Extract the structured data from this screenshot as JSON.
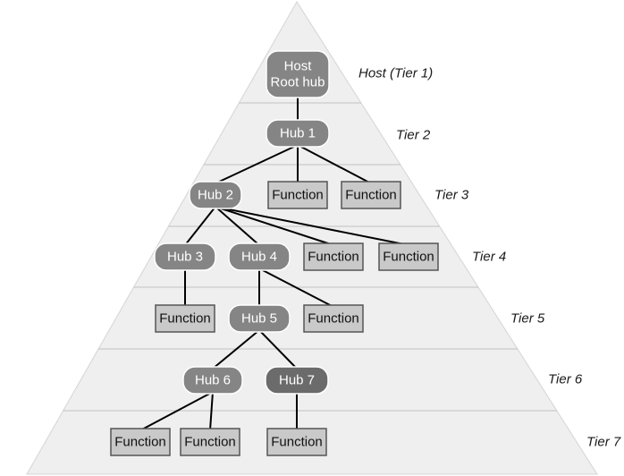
{
  "tiers": [
    {
      "id": "tier-1",
      "label": "Host (Tier 1)"
    },
    {
      "id": "tier-2",
      "label": "Tier 2"
    },
    {
      "id": "tier-3",
      "label": "Tier 3"
    },
    {
      "id": "tier-4",
      "label": "Tier 4"
    },
    {
      "id": "tier-5",
      "label": "Tier 5"
    },
    {
      "id": "tier-6",
      "label": "Tier 6"
    },
    {
      "id": "tier-7",
      "label": "Tier 7"
    }
  ],
  "nodes": [
    {
      "id": "host",
      "kind": "hub",
      "tier": 1,
      "label": [
        "Host",
        "Root hub"
      ]
    },
    {
      "id": "hub1",
      "kind": "hub",
      "tier": 2,
      "label": [
        "Hub 1"
      ]
    },
    {
      "id": "hub2",
      "kind": "hub",
      "tier": 3,
      "label": [
        "Hub 2"
      ]
    },
    {
      "id": "f3a",
      "kind": "function",
      "tier": 3,
      "label": [
        "Function"
      ]
    },
    {
      "id": "f3b",
      "kind": "function",
      "tier": 3,
      "label": [
        "Function"
      ]
    },
    {
      "id": "hub3",
      "kind": "hub",
      "tier": 4,
      "label": [
        "Hub 3"
      ]
    },
    {
      "id": "hub4",
      "kind": "hub",
      "tier": 4,
      "label": [
        "Hub 4"
      ]
    },
    {
      "id": "f4a",
      "kind": "function",
      "tier": 4,
      "label": [
        "Function"
      ]
    },
    {
      "id": "f4b",
      "kind": "function",
      "tier": 4,
      "label": [
        "Function"
      ]
    },
    {
      "id": "f5a",
      "kind": "function",
      "tier": 5,
      "label": [
        "Function"
      ]
    },
    {
      "id": "hub5",
      "kind": "hub",
      "tier": 5,
      "label": [
        "Hub 5"
      ]
    },
    {
      "id": "f5b",
      "kind": "function",
      "tier": 5,
      "label": [
        "Function"
      ]
    },
    {
      "id": "hub6",
      "kind": "hub",
      "tier": 6,
      "label": [
        "Hub 6"
      ]
    },
    {
      "id": "hub7",
      "kind": "hub",
      "tier": 6,
      "label": [
        "Hub 7"
      ],
      "dark": true
    },
    {
      "id": "f7a",
      "kind": "function",
      "tier": 7,
      "label": [
        "Function"
      ]
    },
    {
      "id": "f7b",
      "kind": "function",
      "tier": 7,
      "label": [
        "Function"
      ]
    },
    {
      "id": "f7c",
      "kind": "function",
      "tier": 7,
      "label": [
        "Function"
      ]
    }
  ],
  "edges": [
    [
      "host",
      "hub1"
    ],
    [
      "hub1",
      "hub2"
    ],
    [
      "hub1",
      "f3a"
    ],
    [
      "hub1",
      "f3b"
    ],
    [
      "hub2",
      "hub3"
    ],
    [
      "hub2",
      "hub4"
    ],
    [
      "hub2",
      "f4a"
    ],
    [
      "hub2",
      "f4b"
    ],
    [
      "hub3",
      "f5a"
    ],
    [
      "hub4",
      "hub5"
    ],
    [
      "hub4",
      "f5b"
    ],
    [
      "hub5",
      "hub6"
    ],
    [
      "hub5",
      "hub7"
    ],
    [
      "hub6",
      "f7a"
    ],
    [
      "hub6",
      "f7b"
    ],
    [
      "hub7",
      "f7c"
    ]
  ],
  "colors": {
    "hub_fill": "#858585",
    "hub_dark_fill": "#6b6b6b",
    "function_fill": "#c9c9c9",
    "pyramid_fill": "#efefef",
    "band_line": "#c2c2c2",
    "edge": "#000000"
  }
}
